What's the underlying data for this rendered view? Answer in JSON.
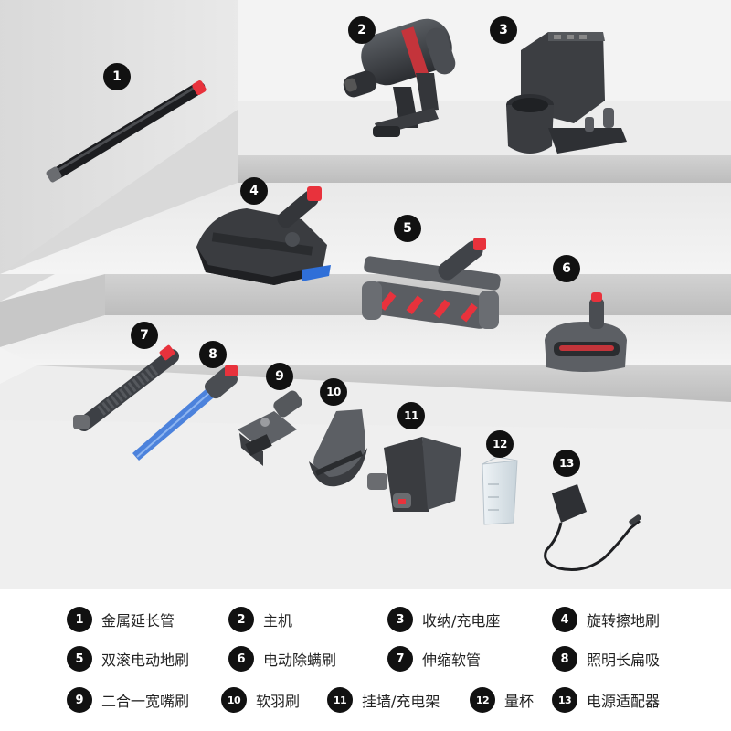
{
  "badges": [
    "1",
    "2",
    "3",
    "4",
    "5",
    "6",
    "7",
    "8",
    "9",
    "10",
    "11",
    "12",
    "13"
  ],
  "legend": [
    {
      "num": "1",
      "label": "金属延长管"
    },
    {
      "num": "2",
      "label": "主机"
    },
    {
      "num": "3",
      "label": "收纳/充电座"
    },
    {
      "num": "4",
      "label": "旋转擦地刷"
    },
    {
      "num": "5",
      "label": "双滚电动地刷"
    },
    {
      "num": "6",
      "label": "电动除螨刷"
    },
    {
      "num": "7",
      "label": "伸缩软管"
    },
    {
      "num": "8",
      "label": "照明长扁吸"
    },
    {
      "num": "9",
      "label": "二合一宽嘴刷"
    },
    {
      "num": "10",
      "label": "软羽刷"
    },
    {
      "num": "11",
      "label": "挂墙/充电架"
    },
    {
      "num": "12",
      "label": "量杯"
    },
    {
      "num": "13",
      "label": "电源适配器"
    }
  ],
  "colors": {
    "accent_red": "#e8323c",
    "body_dark": "#3a3d42",
    "light_blue": "#2f6fd8",
    "badge": "#111111"
  }
}
